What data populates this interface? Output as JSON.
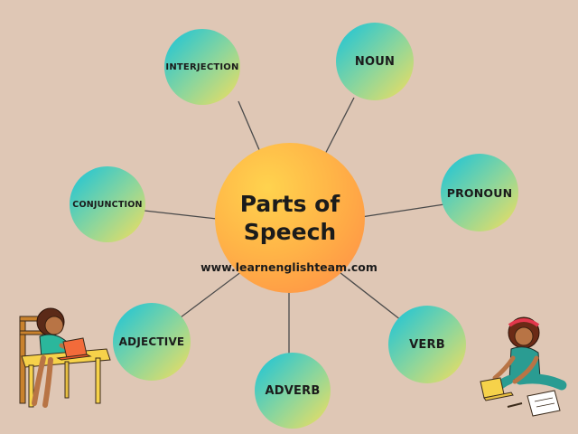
{
  "diagram": {
    "center_title": "Parts of Speech",
    "website": "www.learnenglishteam.com",
    "nodes": [
      {
        "id": "interjection",
        "label": "INTERJECTION"
      },
      {
        "id": "noun",
        "label": "NOUN"
      },
      {
        "id": "pronoun",
        "label": "PRONOUN"
      },
      {
        "id": "verb",
        "label": "VERB"
      },
      {
        "id": "adverb",
        "label": "ADVERB"
      },
      {
        "id": "adjective",
        "label": "ADJECTIVE"
      },
      {
        "id": "conjunction",
        "label": "CONJUNCTION"
      }
    ],
    "edges": [
      [
        "center",
        "interjection"
      ],
      [
        "center",
        "noun"
      ],
      [
        "center",
        "pronoun"
      ],
      [
        "center",
        "verb"
      ],
      [
        "center",
        "adverb"
      ],
      [
        "center",
        "adjective"
      ],
      [
        "center",
        "conjunction"
      ]
    ]
  },
  "colors": {
    "background": "#dfc7b5",
    "center_gradient": [
      "#ffd34e",
      "#ff8a45"
    ],
    "node_gradient": [
      "#15c3dc",
      "#f4de5c"
    ],
    "edge": "#4a4a4a"
  },
  "illustrations": [
    "girl-at-desk-with-laptop",
    "girl-sitting-on-floor-with-laptop"
  ]
}
